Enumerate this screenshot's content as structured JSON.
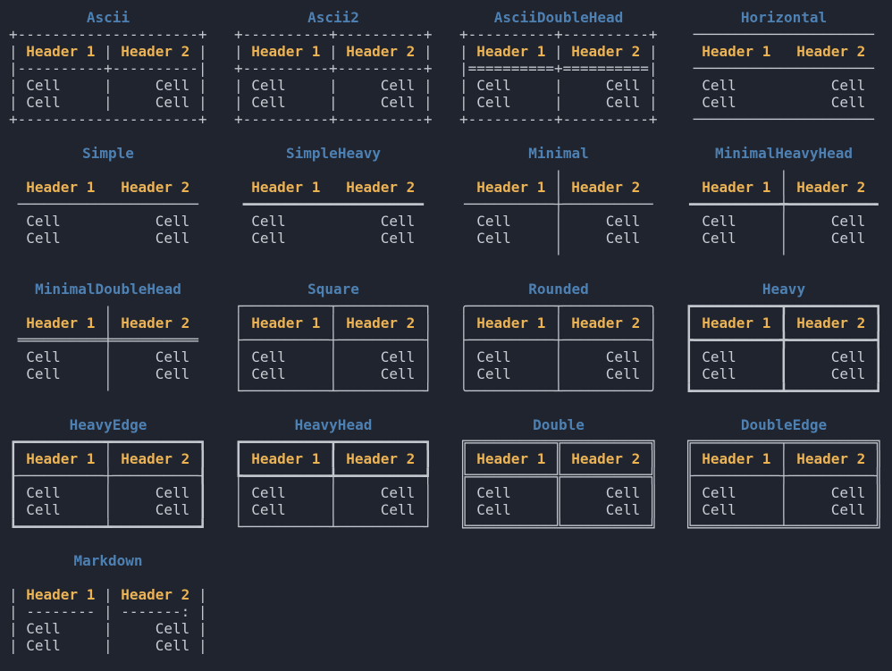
{
  "screen": {
    "kind": "terminal-output",
    "topic": "table box styles"
  },
  "colors": {
    "background": "#20242e",
    "title": "#4e81b3",
    "header": "#ecb355",
    "cell": "#c9cdd3",
    "border": "#c2c7ce"
  },
  "layout": {
    "columns": 4,
    "column_content_width": 8,
    "cell_padding": 1,
    "table_width_chars": 23
  },
  "column_justify": [
    "left",
    "right"
  ],
  "markdown_align_row": {
    "col1": "--------",
    "col2": "-------:"
  },
  "tables": [
    {
      "name": "Ascii",
      "box": "Ascii",
      "headers": [
        "Header 1",
        "Header 2"
      ],
      "rows": [
        [
          "Cell",
          "Cell"
        ],
        [
          "Cell",
          "Cell"
        ]
      ]
    },
    {
      "name": "Ascii2",
      "box": "Ascii2",
      "headers": [
        "Header 1",
        "Header 2"
      ],
      "rows": [
        [
          "Cell",
          "Cell"
        ],
        [
          "Cell",
          "Cell"
        ]
      ]
    },
    {
      "name": "AsciiDoubleHead",
      "box": "AsciiDoubleHead",
      "headers": [
        "Header 1",
        "Header 2"
      ],
      "rows": [
        [
          "Cell",
          "Cell"
        ],
        [
          "Cell",
          "Cell"
        ]
      ]
    },
    {
      "name": "Horizontal",
      "box": "Horizontal",
      "headers": [
        "Header 1",
        "Header 2"
      ],
      "rows": [
        [
          "Cell",
          "Cell"
        ],
        [
          "Cell",
          "Cell"
        ]
      ]
    },
    {
      "name": "Simple",
      "box": "Simple",
      "headers": [
        "Header 1",
        "Header 2"
      ],
      "rows": [
        [
          "Cell",
          "Cell"
        ],
        [
          "Cell",
          "Cell"
        ]
      ]
    },
    {
      "name": "SimpleHeavy",
      "box": "SimpleHeavy",
      "headers": [
        "Header 1",
        "Header 2"
      ],
      "rows": [
        [
          "Cell",
          "Cell"
        ],
        [
          "Cell",
          "Cell"
        ]
      ]
    },
    {
      "name": "Minimal",
      "box": "Minimal",
      "headers": [
        "Header 1",
        "Header 2"
      ],
      "rows": [
        [
          "Cell",
          "Cell"
        ],
        [
          "Cell",
          "Cell"
        ]
      ]
    },
    {
      "name": "MinimalHeavyHead",
      "box": "MinimalHeavyHead",
      "headers": [
        "Header 1",
        "Header 2"
      ],
      "rows": [
        [
          "Cell",
          "Cell"
        ],
        [
          "Cell",
          "Cell"
        ]
      ]
    },
    {
      "name": "MinimalDoubleHead",
      "box": "MinimalDoubleHead",
      "headers": [
        "Header 1",
        "Header 2"
      ],
      "rows": [
        [
          "Cell",
          "Cell"
        ],
        [
          "Cell",
          "Cell"
        ]
      ]
    },
    {
      "name": "Square",
      "box": "Square",
      "headers": [
        "Header 1",
        "Header 2"
      ],
      "rows": [
        [
          "Cell",
          "Cell"
        ],
        [
          "Cell",
          "Cell"
        ]
      ]
    },
    {
      "name": "Rounded",
      "box": "Rounded",
      "headers": [
        "Header 1",
        "Header 2"
      ],
      "rows": [
        [
          "Cell",
          "Cell"
        ],
        [
          "Cell",
          "Cell"
        ]
      ]
    },
    {
      "name": "Heavy",
      "box": "Heavy",
      "headers": [
        "Header 1",
        "Header 2"
      ],
      "rows": [
        [
          "Cell",
          "Cell"
        ],
        [
          "Cell",
          "Cell"
        ]
      ]
    },
    {
      "name": "HeavyEdge",
      "box": "HeavyEdge",
      "headers": [
        "Header 1",
        "Header 2"
      ],
      "rows": [
        [
          "Cell",
          "Cell"
        ],
        [
          "Cell",
          "Cell"
        ]
      ]
    },
    {
      "name": "HeavyHead",
      "box": "HeavyHead",
      "headers": [
        "Header 1",
        "Header 2"
      ],
      "rows": [
        [
          "Cell",
          "Cell"
        ],
        [
          "Cell",
          "Cell"
        ]
      ]
    },
    {
      "name": "Double",
      "box": "Double",
      "headers": [
        "Header 1",
        "Header 2"
      ],
      "rows": [
        [
          "Cell",
          "Cell"
        ],
        [
          "Cell",
          "Cell"
        ]
      ]
    },
    {
      "name": "DoubleEdge",
      "box": "DoubleEdge",
      "headers": [
        "Header 1",
        "Header 2"
      ],
      "rows": [
        [
          "Cell",
          "Cell"
        ],
        [
          "Cell",
          "Cell"
        ]
      ]
    },
    {
      "name": "Markdown",
      "box": "Markdown",
      "headers": [
        "Header 1",
        "Header 2"
      ],
      "rows": [
        [
          "Cell",
          "Cell"
        ],
        [
          "Cell",
          "Cell"
        ]
      ]
    }
  ]
}
